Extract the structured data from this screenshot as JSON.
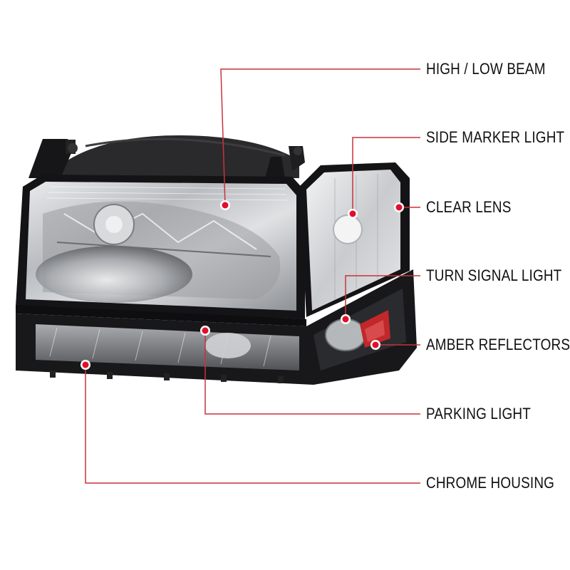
{
  "labels": {
    "high_low_beam": "HIGH / LOW BEAM",
    "side_marker_light": "SIDE MARKER LIGHT",
    "clear_lens": "CLEAR LENS",
    "turn_signal_light": "TURN SIGNAL LIGHT",
    "amber_reflectors": "AMBER REFLECTORS",
    "parking_light": "PARKING LIGHT",
    "chrome_housing": "CHROME HOUSING"
  },
  "colors": {
    "leader_line": "#c8323c",
    "marker_dot": "#e0102a",
    "housing_dark": "#1c1c1e",
    "amber": "#c0282a"
  }
}
